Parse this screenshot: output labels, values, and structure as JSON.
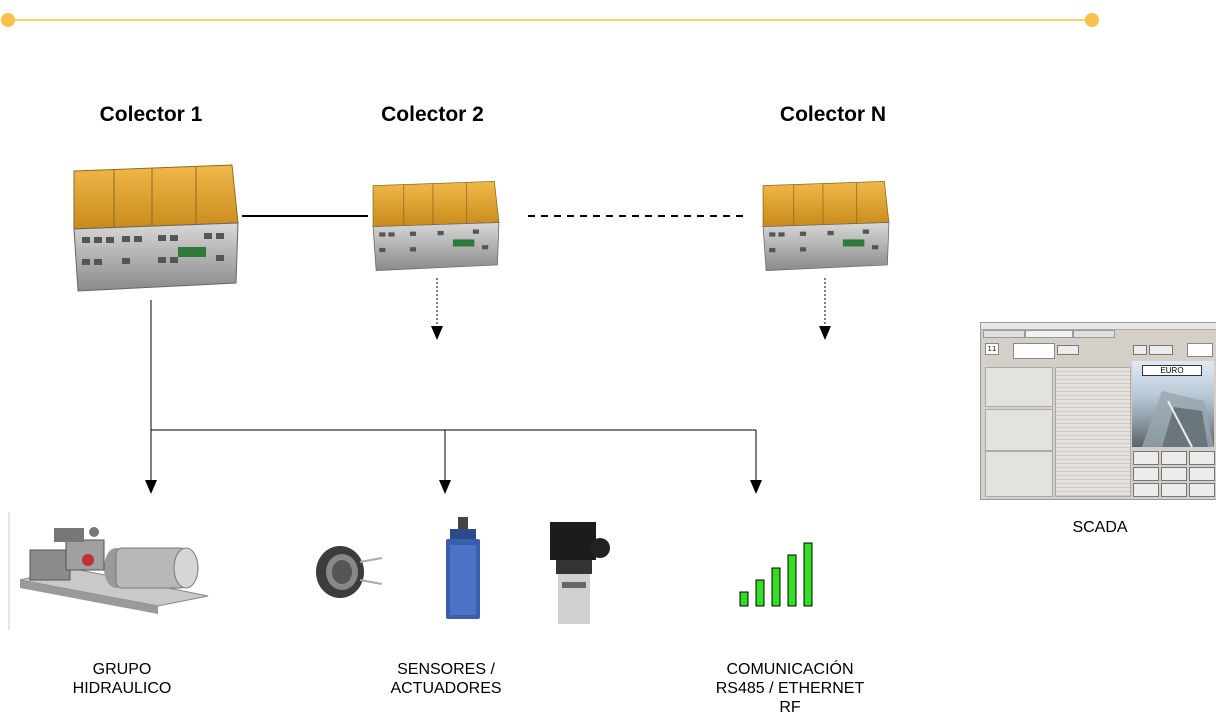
{
  "collectors": [
    {
      "title": "Colector 1"
    },
    {
      "title": "Colector 2"
    },
    {
      "title": "Colector N"
    }
  ],
  "devices": {
    "hydraulic": {
      "line1": "GRUPO",
      "line2": "HIDRAULICO"
    },
    "sensors": {
      "line1": "SENSORES /",
      "line2": "ACTUADORES"
    },
    "comm": {
      "line1": "COMUNICACIÓN",
      "line2": "RS485 / ETHERNET",
      "line3": "RF"
    }
  },
  "scada": {
    "label": "SCADA",
    "screen_text": "EURO",
    "digit": "11"
  },
  "colors": {
    "accent": "#fccf6d",
    "accent_dot": "#f9c04a",
    "signal_green": "#33dd22",
    "module_orange": "#e0a020",
    "sensor_blue": "#3a5fb0"
  },
  "icons": [
    "collector-module-icon",
    "hydraulic-unit-icon",
    "microphone-sensor-icon",
    "limit-switch-icon",
    "pressure-sensor-icon",
    "signal-bars-icon",
    "scada-screen-icon"
  ]
}
